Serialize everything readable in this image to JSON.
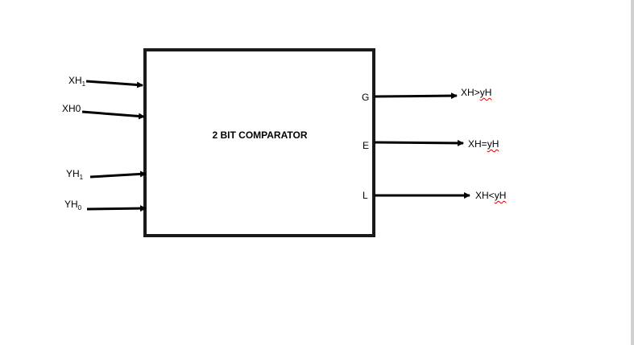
{
  "title": "2 BIT COMPARATOR",
  "inputs": [
    {
      "base": "XH",
      "sub": "1"
    },
    {
      "base": "XH0",
      "sub": ""
    },
    {
      "base": "YH",
      "sub": "1"
    },
    {
      "base": "YH",
      "sub": "0"
    }
  ],
  "ports": [
    "G",
    "E",
    "L"
  ],
  "outputs": [
    {
      "prefix": "XH>",
      "squiggle": "yH"
    },
    {
      "prefix": "XH=",
      "squiggle": "yH"
    },
    {
      "prefix": "XH<",
      "squiggle": "yH"
    }
  ]
}
